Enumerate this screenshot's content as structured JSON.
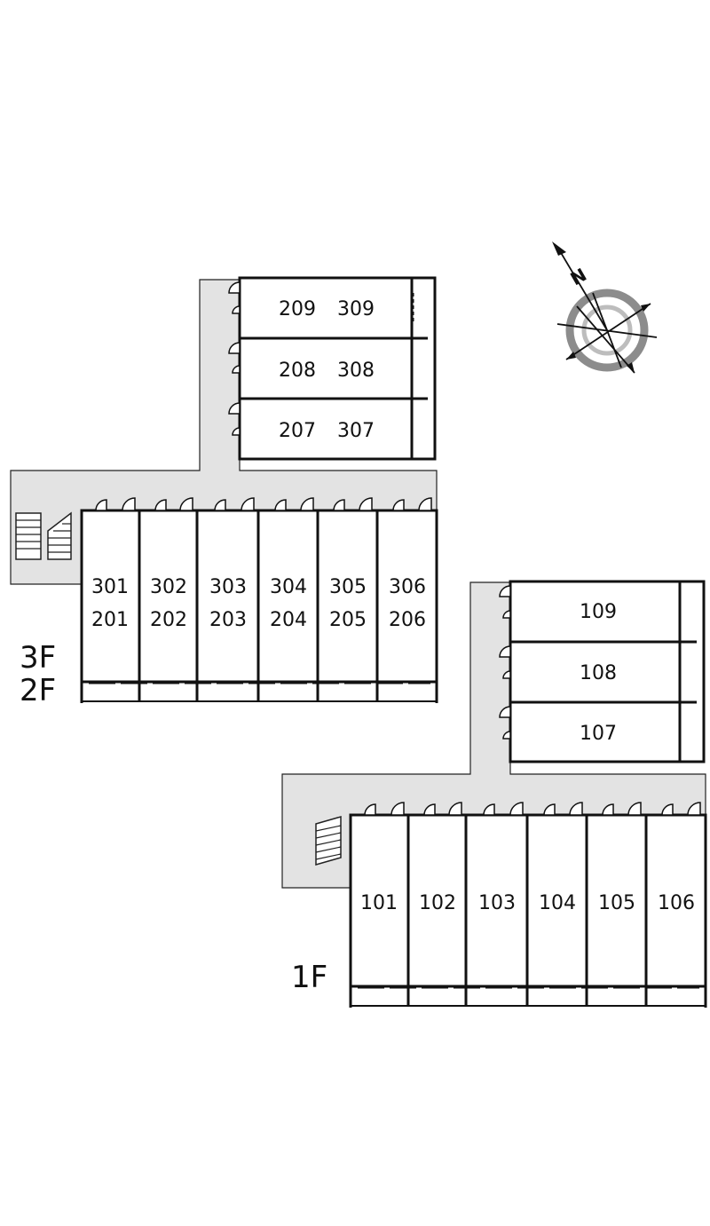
{
  "upper_block": {
    "floor_labels": [
      "3F",
      "2F"
    ],
    "north_units": [
      {
        "label_a": "209",
        "label_b": "309"
      },
      {
        "label_a": "208",
        "label_b": "308"
      },
      {
        "label_a": "207",
        "label_b": "307"
      }
    ],
    "row_units": [
      {
        "label_a": "301",
        "label_b": "201"
      },
      {
        "label_a": "302",
        "label_b": "202"
      },
      {
        "label_a": "303",
        "label_b": "203"
      },
      {
        "label_a": "304",
        "label_b": "204"
      },
      {
        "label_a": "305",
        "label_b": "205"
      },
      {
        "label_a": "306",
        "label_b": "206"
      }
    ]
  },
  "lower_block": {
    "floor_label": "1F",
    "north_units": [
      {
        "label": "109"
      },
      {
        "label": "108"
      },
      {
        "label": "107"
      }
    ],
    "row_units": [
      {
        "label": "101"
      },
      {
        "label": "102"
      },
      {
        "label": "103"
      },
      {
        "label": "104"
      },
      {
        "label": "105"
      },
      {
        "label": "106"
      }
    ]
  },
  "compass": {
    "north_label": "N"
  }
}
